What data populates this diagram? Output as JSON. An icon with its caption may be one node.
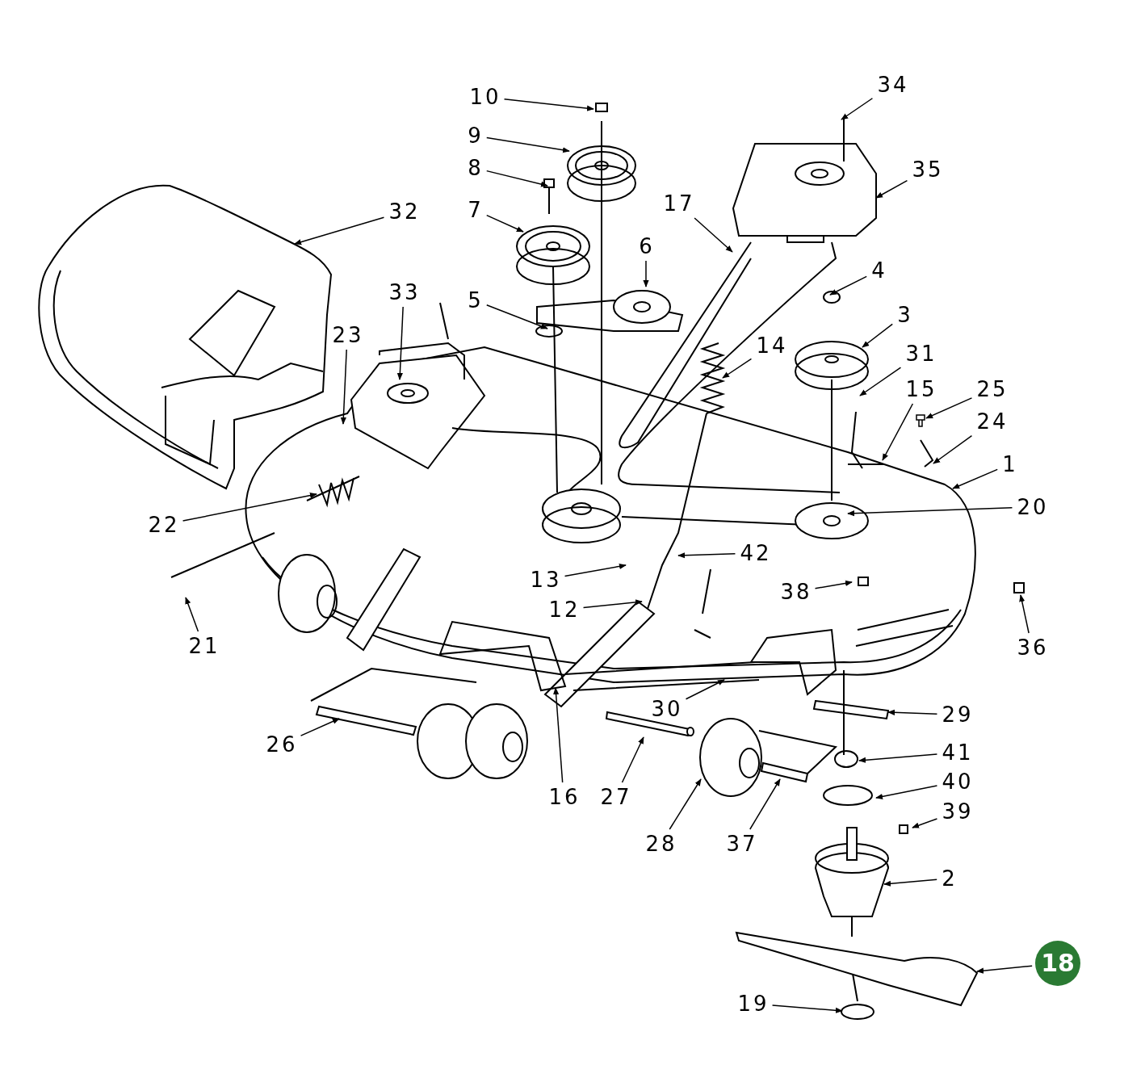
{
  "diagram": {
    "nodes": [
      {
        "text": [
          "34"
        ]
      },
      {
        "text": [
          "10"
        ]
      },
      {
        "text": [
          "9"
        ]
      },
      {
        "text": [
          "8"
        ]
      },
      {
        "text": [
          "35"
        ]
      },
      {
        "text": [
          "17"
        ]
      },
      {
        "text": [
          "32"
        ]
      },
      {
        "text": [
          "7"
        ]
      },
      {
        "text": [
          "6"
        ]
      },
      {
        "text": [
          "4"
        ]
      },
      {
        "text": [
          "33"
        ]
      },
      {
        "text": [
          "5"
        ]
      },
      {
        "text": [
          "3"
        ]
      },
      {
        "text": [
          "23"
        ]
      },
      {
        "text": [
          "14"
        ]
      },
      {
        "text": [
          "31"
        ]
      },
      {
        "text": [
          "15"
        ]
      },
      {
        "text": [
          "25"
        ]
      },
      {
        "text": [
          "24"
        ]
      },
      {
        "text": [
          "1"
        ]
      },
      {
        "text": [
          "20"
        ]
      },
      {
        "text": [
          "22"
        ]
      },
      {
        "text": [
          "42"
        ]
      },
      {
        "text": [
          "13"
        ]
      },
      {
        "text": [
          "12"
        ]
      },
      {
        "text": [
          "38"
        ]
      },
      {
        "text": [
          "21"
        ]
      },
      {
        "text": [
          "36"
        ]
      },
      {
        "text": [
          "30"
        ]
      },
      {
        "text": [
          "29"
        ]
      },
      {
        "text": [
          "26"
        ]
      },
      {
        "text": [
          "41"
        ]
      },
      {
        "text": [
          "40"
        ]
      },
      {
        "text": [
          "39"
        ]
      },
      {
        "text": [
          "16"
        ]
      },
      {
        "text": [
          "27"
        ]
      },
      {
        "text": [
          "28"
        ]
      },
      {
        "text": [
          "37"
        ]
      },
      {
        "text": [
          "2"
        ]
      },
      {
        "text": [
          "18"
        ]
      },
      {
        "text": [
          "19"
        ]
      },
      {
        "text": [],
        "shape": "picture"
      },
      {
        "text": [],
        "shape": "bar"
      }
    ],
    "edges": [
      {
        "from": 0,
        "to": null,
        "arrow": "to"
      },
      {
        "from": 1,
        "to": null,
        "arrow": "to"
      },
      {
        "from": 2,
        "to": null,
        "arrow": "to"
      },
      {
        "from": 3,
        "to": null,
        "arrow": "to"
      },
      {
        "from": 4,
        "to": null,
        "arrow": "to"
      },
      {
        "from": 5,
        "to": null,
        "arrow": "to"
      },
      {
        "from": 6,
        "to": null,
        "arrow": "to"
      },
      {
        "from": 7,
        "to": null,
        "arrow": "to"
      },
      {
        "from": 8,
        "to": null,
        "arrow": "to"
      },
      {
        "from": 9,
        "to": null,
        "arrow": "to"
      },
      {
        "from": 10,
        "to": null,
        "arrow": "to"
      },
      {
        "from": 11,
        "to": null,
        "arrow": "to"
      },
      {
        "from": 12,
        "to": null,
        "arrow": "to"
      },
      {
        "from": 13,
        "to": null,
        "arrow": "to"
      },
      {
        "from": 14,
        "to": null,
        "arrow": "to"
      },
      {
        "from": 15,
        "to": null,
        "arrow": "to"
      },
      {
        "from": 16,
        "to": null,
        "arrow": "to"
      },
      {
        "from": 17,
        "to": 41,
        "arrow": "to"
      },
      {
        "from": 18,
        "to": null,
        "arrow": "to"
      },
      {
        "from": 19,
        "to": null,
        "arrow": "to"
      },
      {
        "from": 20,
        "to": null,
        "arrow": "to"
      },
      {
        "from": 21,
        "to": null,
        "arrow": "to"
      },
      {
        "from": 22,
        "to": null,
        "arrow": "to"
      },
      {
        "from": 23,
        "to": null,
        "arrow": "to"
      },
      {
        "from": 24,
        "to": null,
        "arrow": "to"
      },
      {
        "from": 25,
        "to": null,
        "arrow": "to"
      },
      {
        "from": 26,
        "to": null,
        "arrow": "to"
      },
      {
        "from": 27,
        "to": null,
        "arrow": "to"
      },
      {
        "from": 28,
        "to": null,
        "arrow": "to"
      },
      {
        "from": 29,
        "to": null,
        "arrow": "to"
      },
      {
        "from": 30,
        "to": null,
        "arrow": "to"
      },
      {
        "from": 31,
        "to": null,
        "arrow": "to"
      },
      {
        "from": 32,
        "to": null,
        "arrow": "to"
      },
      {
        "from": 33,
        "to": null,
        "arrow": "to"
      },
      {
        "from": 34,
        "to": null,
        "arrow": "to"
      },
      {
        "from": 35,
        "to": 42,
        "arrow": "to"
      },
      {
        "from": 36,
        "to": null,
        "arrow": "to"
      },
      {
        "from": 37,
        "to": null,
        "arrow": "to"
      },
      {
        "from": 38,
        "to": null,
        "arrow": "to"
      },
      {
        "from": 39,
        "to": null,
        "arrow": "to"
      },
      {
        "from": 40,
        "to": null,
        "arrow": "to"
      }
    ]
  }
}
